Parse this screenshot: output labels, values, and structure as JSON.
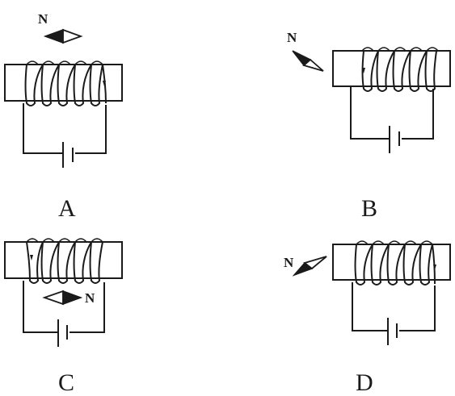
{
  "panels": [
    {
      "label": "A",
      "needle_label": "N"
    },
    {
      "label": "B",
      "needle_label": "N"
    },
    {
      "label": "C",
      "needle_label": "N"
    },
    {
      "label": "D",
      "needle_label": "N"
    }
  ]
}
